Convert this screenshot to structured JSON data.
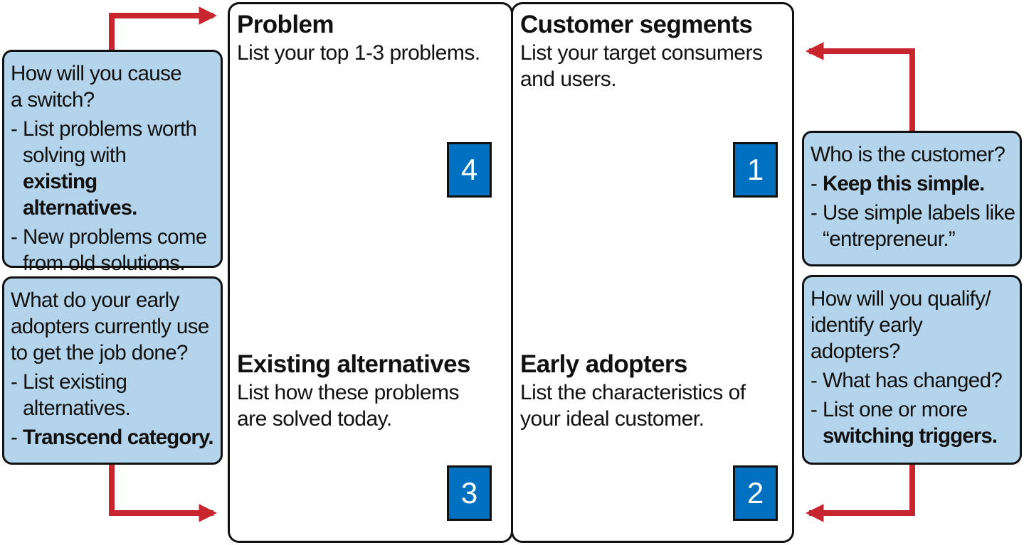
{
  "problem": {
    "title": "Problem",
    "desc": "List your top 1-3 problems."
  },
  "customer_segments": {
    "title": "Customer segments",
    "desc_1": "List your target consumers",
    "desc_2": "and users."
  },
  "existing_alternatives": {
    "title": "Existing alternatives",
    "desc_1": "List how these problems",
    "desc_2": "are solved today."
  },
  "early_adopters": {
    "title": "Early adopters",
    "desc_1": "List the characteristics of",
    "desc_2": "your ideal customer."
  },
  "steps": [
    "1",
    "2",
    "3",
    "4"
  ],
  "notes": {
    "switch": {
      "q_1": "How will you cause",
      "q_2": "a switch?",
      "b1_1": "List problems worth",
      "b1_2": "solving with",
      "b1_3": "existing alternatives.",
      "b2_1": "New problems come",
      "b2_2": "from old solutions."
    },
    "current_use": {
      "q_1": "What do your early",
      "q_2": "adopters currently use",
      "q_3": "to get the job done?",
      "b1_1": "List existing",
      "b1_2": "alternatives.",
      "b2_1": "Transcend category."
    },
    "customer": {
      "q_1": "Who is the customer?",
      "b1_1": "Keep this simple.",
      "b2_1": "Use simple labels like",
      "b2_2": "“entrepreneur.”"
    },
    "qualify": {
      "q_1": "How will you qualify/",
      "q_2": "identify early",
      "q_3": "adopters?",
      "b1_1": "What has changed?",
      "b2_1": "List one or more",
      "b2_2": "switching triggers."
    }
  },
  "bullet_char": "-",
  "colors": {
    "step_fill": "#0070c0",
    "note_fill": "#b3d4ea",
    "connector_red": "#c8262e",
    "line_dark": "#111111"
  }
}
